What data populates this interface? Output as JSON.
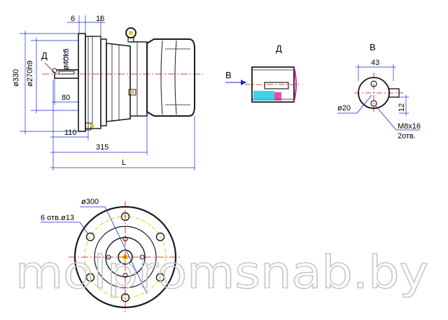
{
  "side_view": {
    "dim_top_6": "6",
    "dim_top_16": "16",
    "dim_330": "ø330",
    "dim_270": "ø270h9",
    "dim_40": "ø40k6",
    "dim_80": "80",
    "dim_110": "110",
    "dim_315": "315",
    "dim_L": "L",
    "view_letter_D": "Д"
  },
  "view_d": {
    "title": "Д",
    "arrow_label": "В"
  },
  "view_b": {
    "title": "В",
    "dim_43": "43",
    "dim_12": "12",
    "dim_20": "ø20",
    "bolt_line1": "M8x16",
    "bolt_line2": "2отв."
  },
  "flange_view": {
    "dim_300": "ø300",
    "holes_label": "6 отв.ø13"
  },
  "watermark": "molpromsnab.by",
  "colors": {
    "line": "#1a1a1a",
    "dim_line": "#1428c8",
    "centerline": "#cc0000",
    "bolt_yellow": "#e6c800",
    "tip_cyan": "#1ec8e6",
    "tip_magenta": "#d2148c",
    "hatch_blue": "#2a3cc8"
  }
}
